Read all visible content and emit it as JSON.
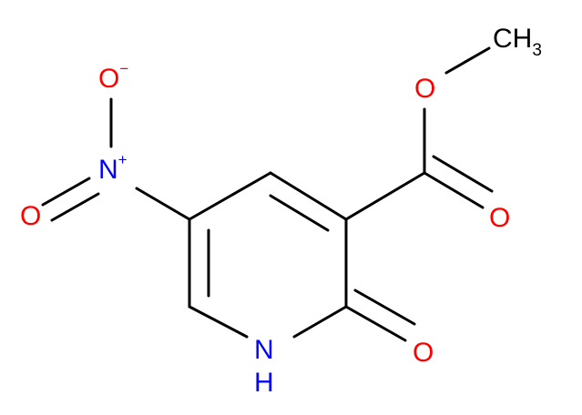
{
  "molecule": {
    "atoms": {
      "methyl": {
        "label": "CH",
        "subscript": "3",
        "color": "#000000"
      },
      "ester_o": {
        "label": "O",
        "color": "#ff0000"
      },
      "carbonyl_o": {
        "label": "O",
        "color": "#ff0000"
      },
      "ring_carbonyl_o": {
        "label": "O",
        "color": "#ff0000"
      },
      "ring_n": {
        "label": "N",
        "color": "#0000ff"
      },
      "ring_nh_h": {
        "label": "H",
        "color": "#0000ff"
      },
      "nitro_n": {
        "label": "N",
        "charge": "+",
        "color": "#0000ff"
      },
      "nitro_o_minus": {
        "label": "O",
        "charge": "−",
        "color": "#ff0000"
      },
      "nitro_o": {
        "label": "O",
        "color": "#ff0000"
      }
    },
    "colors": {
      "bond": "#000000",
      "oxygen": "#ff0000",
      "nitrogen": "#0000ff",
      "carbon": "#000000"
    }
  }
}
